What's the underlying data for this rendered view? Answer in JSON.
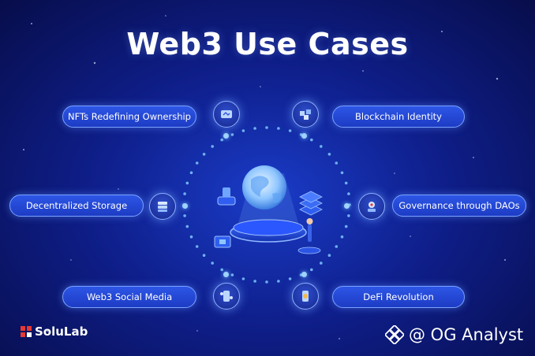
{
  "title": "Web3 Use Cases",
  "use_cases": [
    {
      "label": "NFTs Redefining Ownership",
      "icon": "nft-icon"
    },
    {
      "label": "Blockchain Identity",
      "icon": "identity-icon"
    },
    {
      "label": "Decentralized Storage",
      "icon": "storage-icon"
    },
    {
      "label": "Governance through DAOs",
      "icon": "governance-icon"
    },
    {
      "label": "Web3 Social Media",
      "icon": "social-media-icon"
    },
    {
      "label": "DeFi Revolution",
      "icon": "defi-icon"
    }
  ],
  "brand": "SoluLab",
  "watermark": "@ OG Analyst",
  "colors": {
    "background": "#0f1f8c",
    "pill": "#2d56e6",
    "pill_border": "#7aa2ff",
    "dot": "#9fd4ff",
    "brand_red": "#e53935"
  }
}
